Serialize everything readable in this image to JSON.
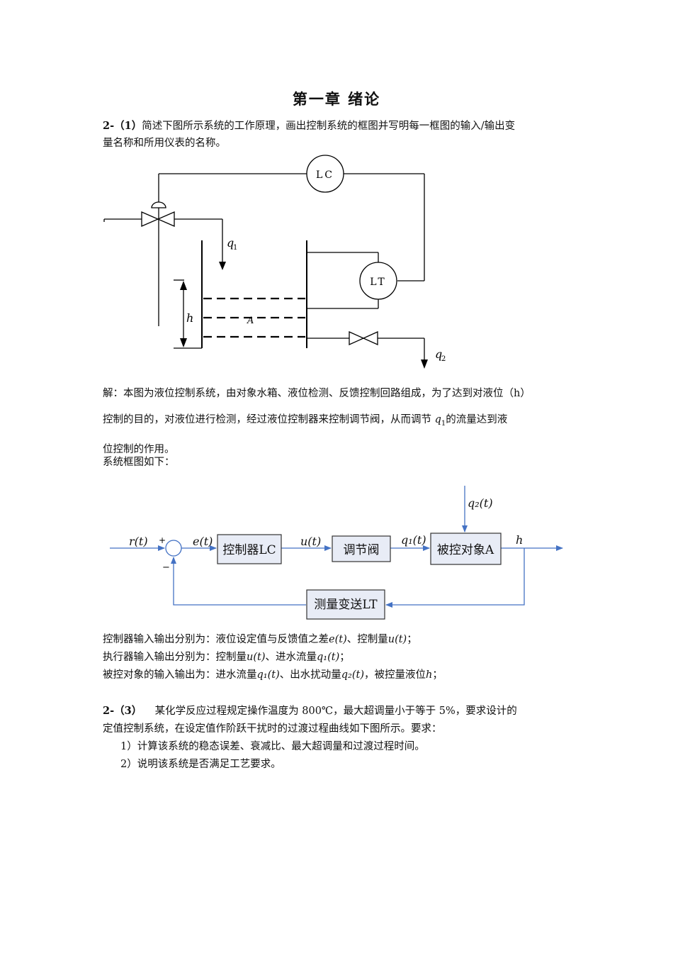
{
  "document": {
    "chapter_title": "第一章 绪论",
    "problem1": {
      "number": "2-（1）",
      "text_line1": "简述下图所示系统的工作原理，画出控制系统的框图并写明每一框图的输入/输出变",
      "text_line2": "量名称和所用仪表的名称。"
    },
    "tank_diagram": {
      "lc_label": "LC",
      "lt_label": "LT",
      "q1_label": "q",
      "q1_sub": "1",
      "q2_label": "q",
      "q2_sub": "2",
      "h_label": "h",
      "a_label": "A"
    },
    "solution": {
      "line1": "解：本图为液位控制系统，由对象水箱、液位检测、反馈控制回路组成，为了达到对液位（h）",
      "line2_before": "控制的目的，对液位进行检测，经过液位控制器来控制调节阀，从而调节",
      "line2_var": "q",
      "line2_sub": "1",
      "line2_after": "的流量达到液",
      "line3": "位控制的作用。",
      "block_intro": "系统框图如下："
    },
    "block_diagram": {
      "r_label": "r(t)",
      "plus": "+",
      "minus": "−",
      "e_label": "e(t)",
      "controller": "控制器LC",
      "u_label": "u(t)",
      "valve": "调节阀",
      "q1_label": "q₁(t)",
      "plant": "被控对象A",
      "h_label": "h",
      "q2_label": "q₂(t)",
      "sensor": "测量变送LT"
    },
    "io": {
      "controller_line": "控制器输入输出分别为：液位设定值与反馈值之差",
      "controller_e": "e(t)",
      "controller_sep": "、控制量",
      "controller_u": "u(t)",
      "controller_end": "；",
      "actuator_line": "执行器输入输出分别为：控制量",
      "actuator_u": "u(t)",
      "actuator_sep": "、进水流量",
      "actuator_q1": "q₁(t)",
      "actuator_end": "；",
      "plant_line": "被控对象的输入输出为：进水流量",
      "plant_q1": "q₁(t)",
      "plant_sep": "、出水扰动量",
      "plant_q2": "q₂(t)",
      "plant_sep2": "，被控量液位",
      "plant_h": "h",
      "plant_end": "；"
    },
    "problem3": {
      "number": "2-（3）",
      "text_line1": "某化学反应过程规定操作温度为 800℃，最大超调量小于等于 5%，要求设计的",
      "text_line2": "定值控制系统，在设定值作阶跃干扰时的过渡过程曲线如下图所示。要求：",
      "item1": "1）计算该系统的稳态误差、衰减比、最大超调量和过渡过程时间。",
      "item2": "2）说明该系统是否满足工艺要求。"
    }
  }
}
